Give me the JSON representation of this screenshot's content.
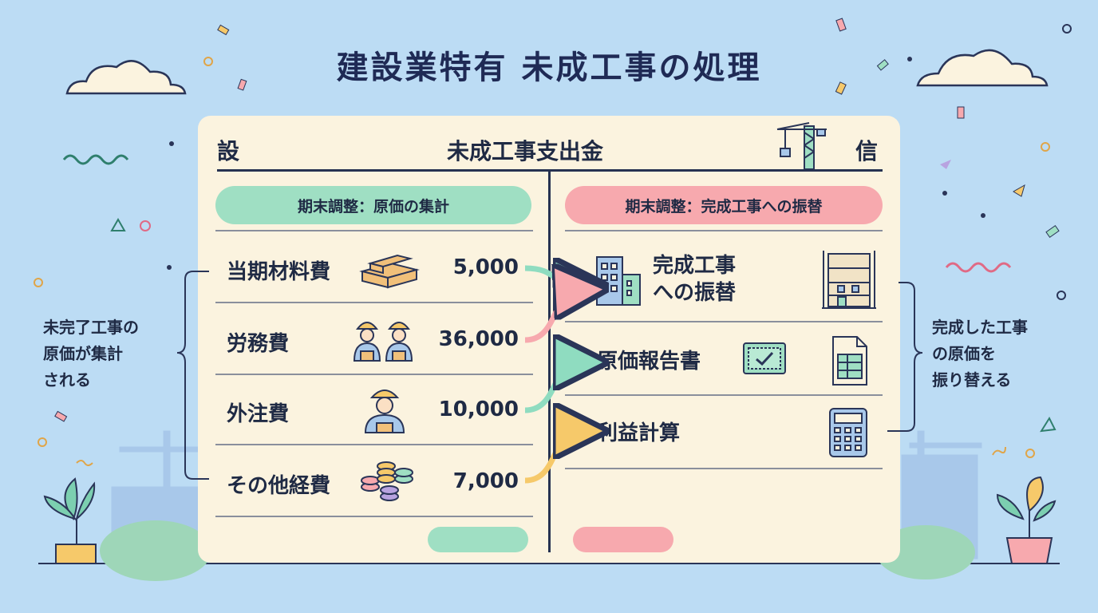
{
  "title": "建設業特有 未成工事の処理",
  "account": {
    "debit_label": "設",
    "name": "未成工事支出金",
    "credit_label": "信"
  },
  "left": {
    "header": "期末調整：原価の集計",
    "rows": [
      {
        "label": "当期材料費",
        "amount": "5,000",
        "icon": "lumber-stack-icon"
      },
      {
        "label": "労務費",
        "amount": "36,000",
        "icon": "workers-icon"
      },
      {
        "label": "外注費",
        "amount": "10,000",
        "icon": "subcontractor-icon"
      },
      {
        "label": "その他経費",
        "amount": "7,000",
        "icon": "coins-icon"
      }
    ],
    "note": [
      "未完了工事の",
      "原価が集計",
      "される"
    ]
  },
  "right": {
    "header": "期末調整：完成工事への振替",
    "rows": [
      {
        "label_lines": [
          "完成工事",
          "への振替"
        ],
        "icon": "building-icon",
        "icon2": "scaffold-building-icon"
      },
      {
        "label_lines": [
          "原価報告書"
        ],
        "icon": "blueprint-check-icon",
        "icon2": "spreadsheet-document-icon"
      },
      {
        "label_lines": [
          "利益計算"
        ],
        "icon": "calculator-icon"
      }
    ],
    "note": [
      "完成した工事",
      "の原価を",
      "振り替える"
    ]
  },
  "colors": {
    "background": "#bcdcf4",
    "card": "#fbf3df",
    "green": "#9fdfc3",
    "pink": "#f7a9ae",
    "yellow": "#f6c96a",
    "navy": "#1f2a55"
  }
}
